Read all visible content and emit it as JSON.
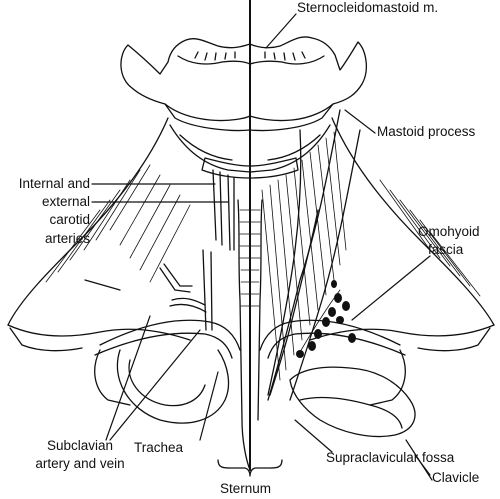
{
  "labels": {
    "sternocleidomastoid": "Sternocleidomastoid m.",
    "mastoid_process": "Mastoid process",
    "carotid_line1": "Internal and",
    "carotid_line2": "external",
    "carotid_line3": "carotid",
    "carotid_line4": "arteries",
    "omohyoid_line1": "Omohyoid",
    "omohyoid_line2": "fascia",
    "clavicle": "Clavicle",
    "subclavian_line1": "Subclavian",
    "subclavian_line2": "artery and vein",
    "trachea": "Trachea",
    "supraclavicular_fossa": "Supraclavicular fossa",
    "sternum": "Sternum"
  }
}
